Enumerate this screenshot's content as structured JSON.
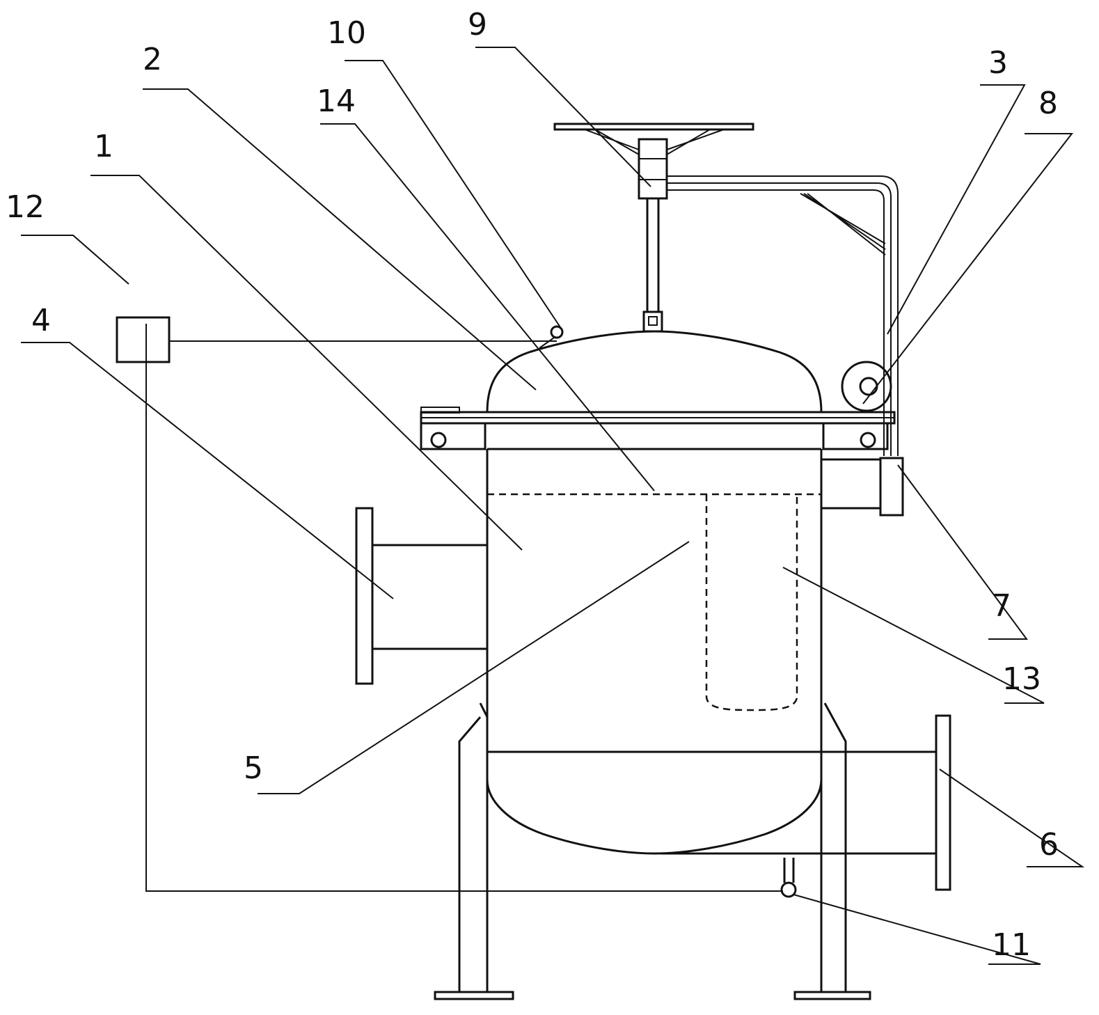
{
  "diagram": {
    "labels": [
      {
        "id": "part-1",
        "text": "1"
      },
      {
        "id": "part-2",
        "text": "2"
      },
      {
        "id": "part-3",
        "text": "3"
      },
      {
        "id": "part-4",
        "text": "4"
      },
      {
        "id": "part-5",
        "text": "5"
      },
      {
        "id": "part-6",
        "text": "6"
      },
      {
        "id": "part-7",
        "text": "7"
      },
      {
        "id": "part-8",
        "text": "8"
      },
      {
        "id": "part-9",
        "text": "9"
      },
      {
        "id": "part-10",
        "text": "10"
      },
      {
        "id": "part-11",
        "text": "11"
      },
      {
        "id": "part-12",
        "text": "12"
      },
      {
        "id": "part-13",
        "text": "13"
      },
      {
        "id": "part-14",
        "text": "14"
      }
    ]
  }
}
